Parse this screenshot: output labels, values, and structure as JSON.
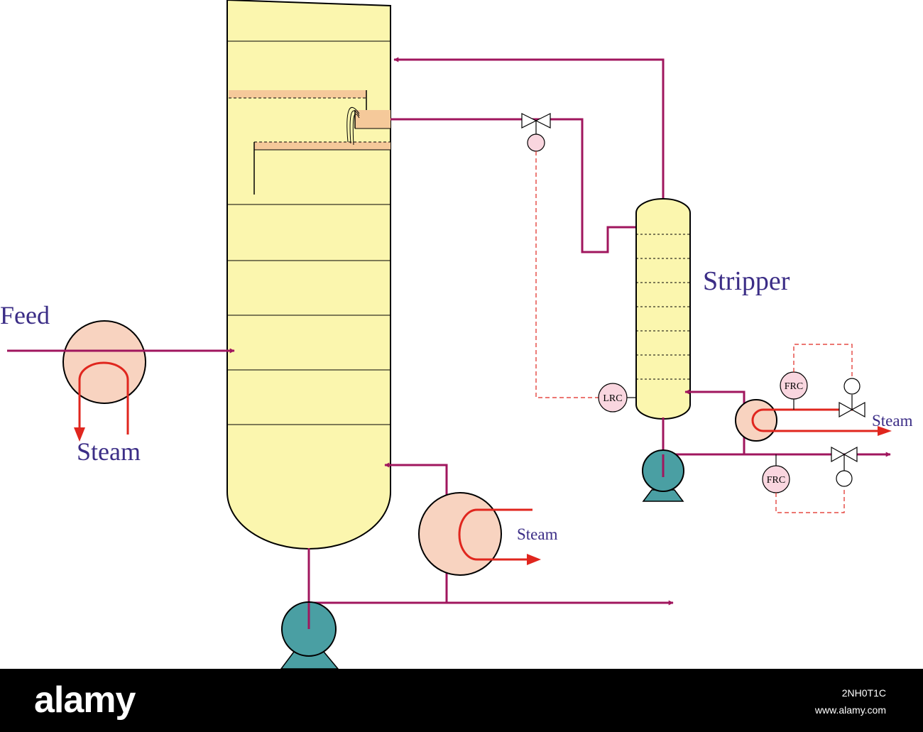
{
  "labels": {
    "feed": "Feed",
    "steam_feed": "Steam",
    "stripper": "Stripper",
    "steam_reboiler": "Steam",
    "steam_stripper": "Steam"
  },
  "instruments": {
    "lrc": "LRC",
    "frc_top": "FRC",
    "frc_bottom": "FRC"
  },
  "footer": {
    "logo": "alamy",
    "image_id": "2NH0T1C",
    "url": "www.alamy.com"
  },
  "colors": {
    "column_fill": "#fbf6ae",
    "pipe": "#a0165e",
    "steam_coil": "#e0261e",
    "exchanger_fill": "#f8d3c0",
    "pump_fill": "#4a9fa3",
    "instrument_fill": "#f9d6df",
    "tray_fill": "#f5c99a"
  }
}
